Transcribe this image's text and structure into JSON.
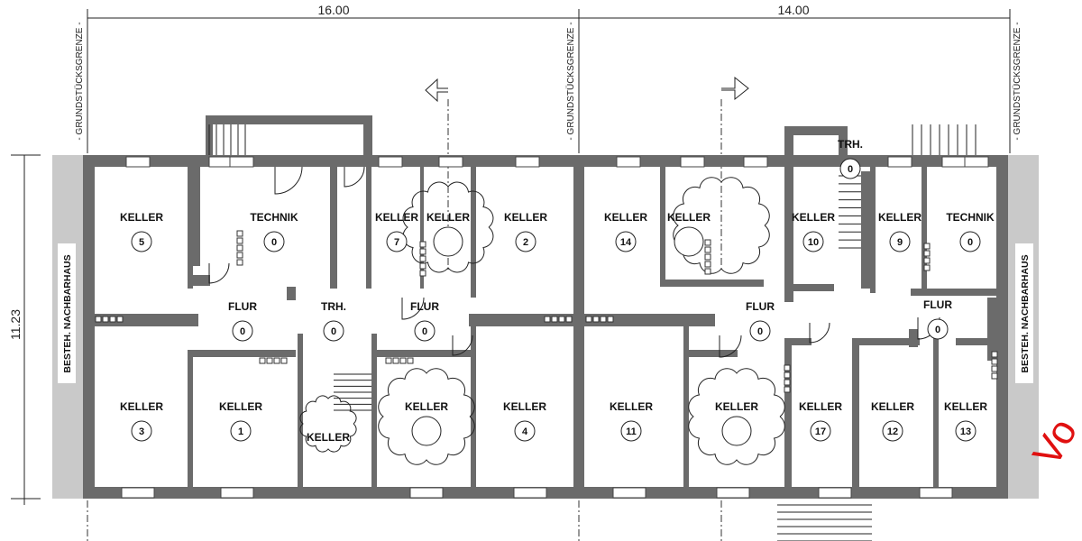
{
  "dimensions": {
    "left_width": "16.00",
    "right_width": "14.00",
    "depth": "11.23"
  },
  "boundary_label": "- GRUNDSTÜCKSGRENZE -",
  "neighbor_label": "BESTEH. NACHBARHAUS",
  "watermark": "Vo",
  "colors": {
    "wall": "#6b6b6b",
    "neighbor": "#c9c9c9",
    "watermark": "#e01010"
  },
  "rooms": [
    {
      "name": "KELLER",
      "number": "5"
    },
    {
      "name": "TECHNIK",
      "number": "0"
    },
    {
      "name": "KELLER",
      "number": "7"
    },
    {
      "name": "KELLER",
      "number": ""
    },
    {
      "name": "KELLER",
      "number": "2"
    },
    {
      "name": "KELLER",
      "number": "14"
    },
    {
      "name": "KELLER",
      "number": ""
    },
    {
      "name": "KELLER",
      "number": "10"
    },
    {
      "name": "KELLER",
      "number": "9"
    },
    {
      "name": "TECHNIK",
      "number": "0"
    },
    {
      "name": "TRH.",
      "number": "0"
    },
    {
      "name": "FLUR",
      "number": "0"
    },
    {
      "name": "TRH.",
      "number": "0"
    },
    {
      "name": "FLUR",
      "number": "0"
    },
    {
      "name": "FLUR",
      "number": "0"
    },
    {
      "name": "FLUR",
      "number": "0"
    },
    {
      "name": "KELLER",
      "number": "3"
    },
    {
      "name": "KELLER",
      "number": "1"
    },
    {
      "name": "KELLER",
      "number": null
    },
    {
      "name": "KELLER",
      "number": ""
    },
    {
      "name": "KELLER",
      "number": "4"
    },
    {
      "name": "KELLER",
      "number": "11"
    },
    {
      "name": "KELLER",
      "number": ""
    },
    {
      "name": "KELLER",
      "number": "17"
    },
    {
      "name": "KELLER",
      "number": "12"
    },
    {
      "name": "KELLER",
      "number": "13"
    }
  ]
}
